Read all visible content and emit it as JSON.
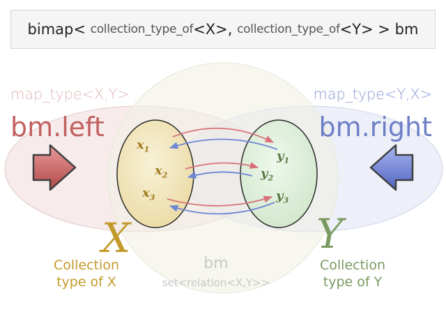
{
  "header": {
    "part1": "bimap<",
    "part2": "collection_type_of",
    "part3": "<X>,",
    "part4": "collection_type_of",
    "part5": "<Y> > bm"
  },
  "left": {
    "map_type": "map_type<X,Y>",
    "view_name": "bm.left",
    "set_letter": "X",
    "collection_line1": "Collection",
    "collection_line2": "type of X"
  },
  "right": {
    "map_type": "map_type<Y,X>",
    "view_name": "bm.right",
    "set_letter": "Y",
    "collection_line1": "Collection",
    "collection_line2": "type of Y"
  },
  "center": {
    "name": "bm",
    "type": "set<relation<X,Y>>"
  },
  "elements_x": [
    {
      "base": "x",
      "sub": "1"
    },
    {
      "base": "x",
      "sub": "2"
    },
    {
      "base": "x",
      "sub": "3"
    }
  ],
  "elements_y": [
    {
      "base": "y",
      "sub": "1"
    },
    {
      "base": "y",
      "sub": "2"
    },
    {
      "base": "y",
      "sub": "3"
    }
  ],
  "colors": {
    "left_accent": "#c26060",
    "right_accent": "#6f7fc6",
    "x_letter": "#c29a2b",
    "y_letter": "#7a9a62",
    "x_set_fill": "#f3e9c4",
    "y_set_fill": "#dff0dc",
    "arrow_red": "#d8707a",
    "arrow_blue": "#6f86d6"
  }
}
